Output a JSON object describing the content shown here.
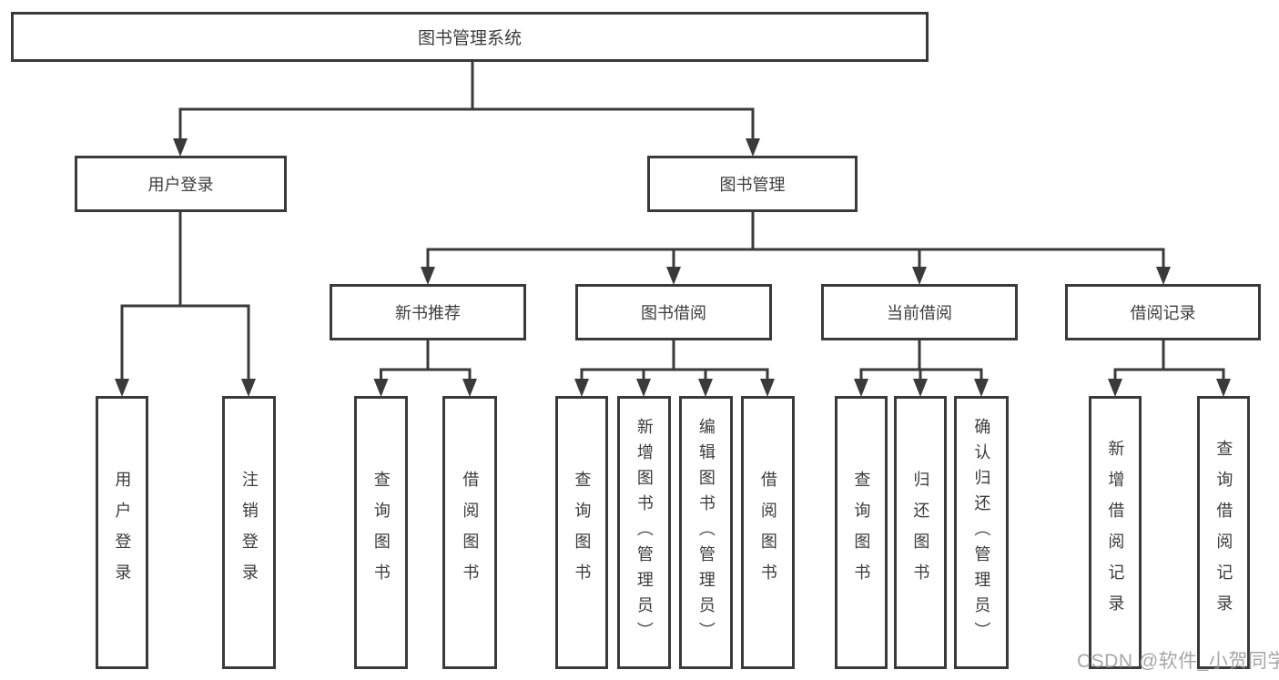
{
  "colors": {
    "line": "#3a3a3a",
    "box_border": "#3a3a3a",
    "text": "#3c3c3c",
    "watermark": "#969696",
    "background": "#ffffff"
  },
  "root": {
    "label": "图书管理系统"
  },
  "level2": {
    "user_login": {
      "label": "用户登录"
    },
    "book_management": {
      "label": "图书管理"
    }
  },
  "level3": {
    "new_book_recommend": {
      "label": "新书推荐"
    },
    "book_borrowing": {
      "label": "图书借阅"
    },
    "current_borrowing": {
      "label": "当前借阅"
    },
    "borrowing_records": {
      "label": "借阅记录"
    }
  },
  "leaves": {
    "user_login": {
      "label": "用户登录"
    },
    "logout": {
      "label": "注销登录"
    },
    "query_books_recommend": {
      "label": "查询图书"
    },
    "borrow_books_recommend": {
      "label": "借阅图书"
    },
    "query_books_borrowing": {
      "label": "查询图书"
    },
    "add_books_admin": {
      "label": "新增图书（管理员）"
    },
    "edit_books_admin": {
      "label": "编辑图书（管理员）"
    },
    "borrow_books_borrowing": {
      "label": "借阅图书"
    },
    "query_books_current": {
      "label": "查询图书"
    },
    "return_books": {
      "label": "归还图书"
    },
    "confirm_return_admin": {
      "label": "确认归还（管理员）"
    },
    "add_borrow_record": {
      "label": "新增借阅记录"
    },
    "query_borrow_record": {
      "label": "查询借阅记录"
    }
  },
  "watermark": {
    "text": "CSDN @软件_小贺同学"
  }
}
